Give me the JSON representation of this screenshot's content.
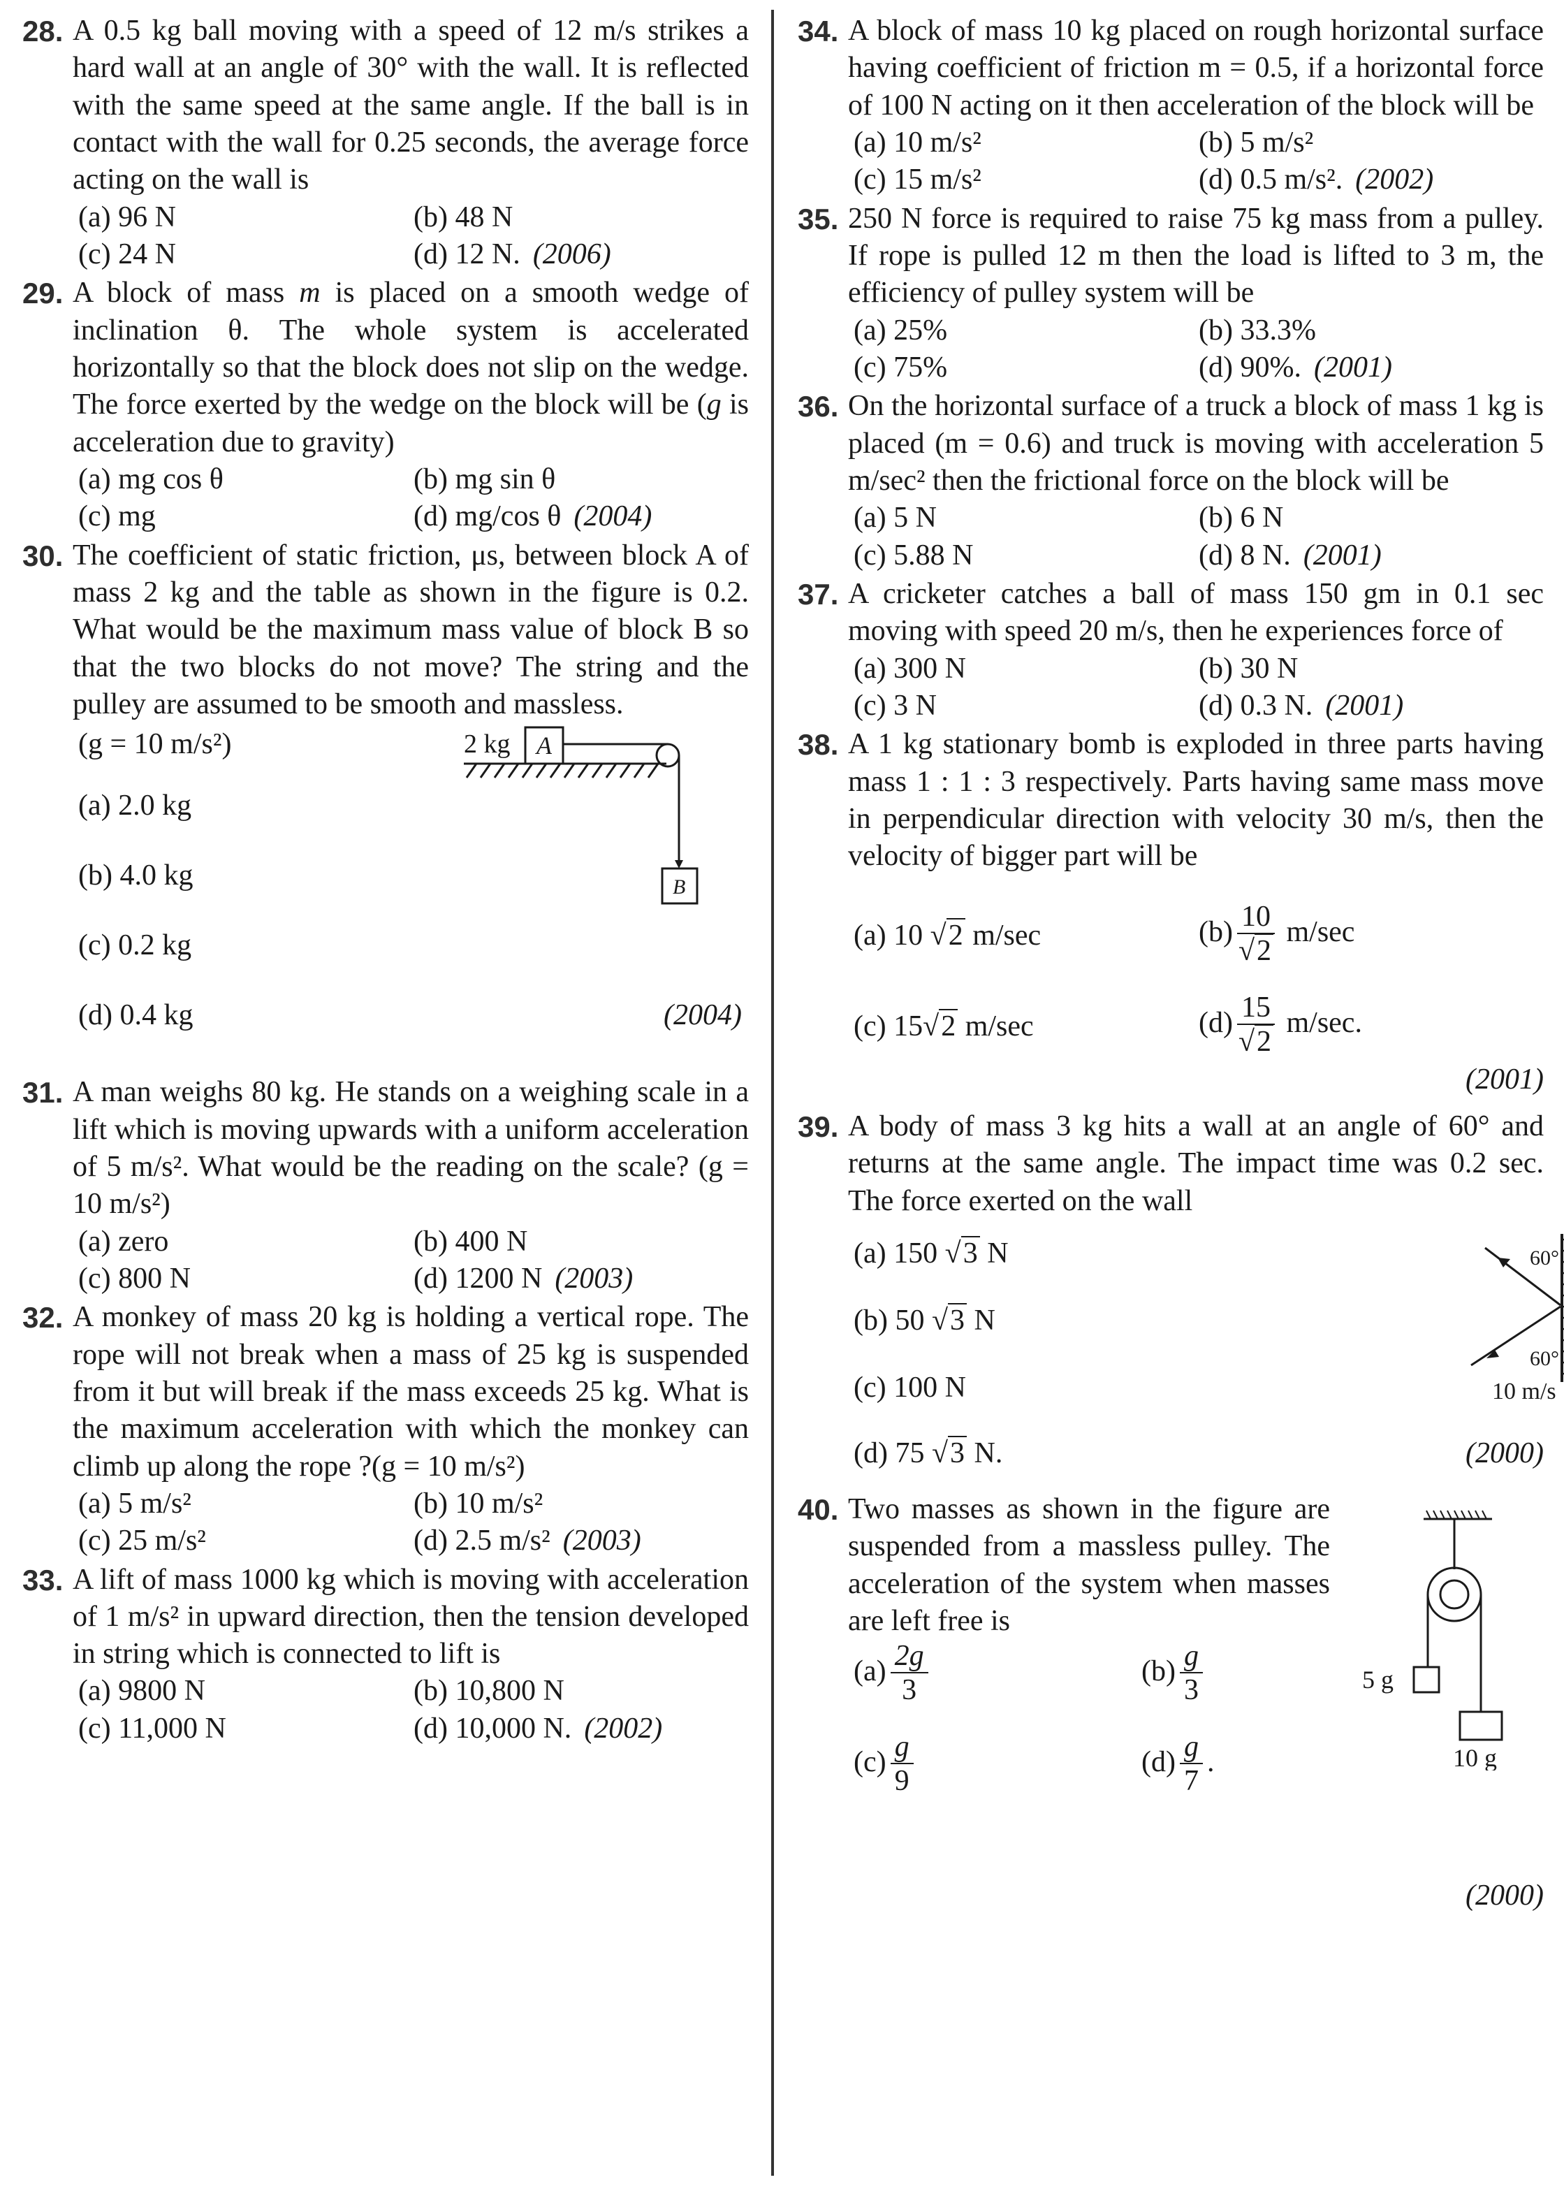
{
  "questions": {
    "q28": {
      "num": "28.",
      "stem": "A 0.5 kg ball moving with a speed of 12 m/s strikes a hard wall at an angle of 30° with the wall. It is reflected with the same speed at the same angle. If the ball is in contact with the wall for 0.25 seconds, the average force acting on the wall is",
      "a": "(a)  96 N",
      "b": "(b)  48 N",
      "c": "(c)  24 N",
      "d": "(d)  12 N.",
      "year": "(2006)"
    },
    "q29": {
      "num": "29.",
      "stem1": "A block of mass ",
      "m": "m",
      "stem2": " is placed on a smooth wedge of inclination θ. The whole system is accelerated horizontally so that the block does not slip on the wedge. The force exerted by the wedge on the block will be (",
      "g": "g",
      "stem3": " is acceleration due to gravity)",
      "a": "(a)  mg cos θ",
      "b": "(b)  mg sin θ",
      "c": "(c)  mg",
      "d": "(d)  mg/cos θ",
      "year": "(2004)"
    },
    "q30": {
      "num": "30.",
      "stem": "The coefficient of static friction, μs, between block A of mass 2 kg and the table as shown in the figure is 0.2. What would be the maximum mass value of block B so that the two blocks do not move? The string and the pulley are assumed to be smooth and massless.",
      "gnote": "(g = 10 m/s²)",
      "a": "(a)  2.0 kg",
      "b": "(b)  4.0 kg",
      "c": "(c)  0.2 kg",
      "d": "(d)  0.4 kg",
      "year": "(2004)",
      "fig_mass_label": "2 kg",
      "fig_a": "A",
      "fig_b": "B"
    },
    "q31": {
      "num": "31.",
      "stem": "A man weighs 80 kg. He stands on a weighing scale in a lift which is moving upwards with a uniform acceleration of 5 m/s². What would be the reading on the scale? (g = 10 m/s²)",
      "a": "(a)  zero",
      "b": "(b)  400 N",
      "c": "(c)  800 N",
      "d": "(d)  1200 N",
      "year": "(2003)"
    },
    "q32": {
      "num": "32.",
      "stem": "A monkey of mass 20 kg is holding a vertical rope. The rope will not break when a mass of 25 kg is suspended from it but will break if the mass exceeds 25 kg. What is the maximum acceleration with which the monkey can climb up along the rope ?(g = 10 m/s²)",
      "a": "(a)  5 m/s²",
      "b": "(b)  10 m/s²",
      "c": "(c)  25 m/s²",
      "d": "(d)  2.5 m/s²",
      "year": "(2003)"
    },
    "q33": {
      "num": "33.",
      "stem": "A lift of mass 1000 kg which is moving with acceleration of 1 m/s² in upward direction, then the tension developed in string which is connected to lift is",
      "a": "(a)  9800 N",
      "b": "(b)  10,800 N",
      "c": "(c)  11,000 N",
      "d": "(d)  10,000 N.",
      "year": "(2002)"
    },
    "q34": {
      "num": "34.",
      "stem": "A block of mass 10 kg placed on rough horizontal surface having coefficient of friction m = 0.5, if a horizontal force of 100 N acting on it then acceleration of the block will be",
      "a": "(a)  10 m/s²",
      "b": "(b) 5 m/s²",
      "c": "(c)  15 m/s²",
      "d": "(d) 0.5 m/s².",
      "year": "(2002)"
    },
    "q35": {
      "num": "35.",
      "stem": "250 N force is required to raise 75 kg mass from a pulley. If rope is pulled 12 m then the load is lifted to 3 m, the efficiency of pulley system will be",
      "a": "(a)  25%",
      "b": "(b) 33.3%",
      "c": "(c)  75%",
      "d": "(d) 90%.",
      "year": "(2001)"
    },
    "q36": {
      "num": "36.",
      "stem": "On the horizontal surface of a truck a block of mass 1 kg is placed (m = 0.6) and truck is moving with acceleration 5 m/sec² then the frictional force on the block will be",
      "a": "(a)  5 N",
      "b": "(b) 6 N",
      "c": "(c)  5.88 N",
      "d": "(d) 8  N.",
      "year": "(2001)"
    },
    "q37": {
      "num": "37.",
      "stem": "A cricketer catches a ball of mass 150 gm in 0.1 sec moving with speed 20 m/s, then he experiences force of",
      "a": "(a)  300 N",
      "b": "(b) 30 N",
      "c": "(c)  3 N",
      "d": "(d) 0.3  N.",
      "year": "(2001)"
    },
    "q38": {
      "num": "38.",
      "stem": "A 1 kg stationary bomb is exploded in three parts having mass 1 : 1 : 3 respectively. Parts having same mass move in perpendicular direction with velocity 30 m/s, then the velocity of bigger part will be",
      "a_pre": "(a)  10",
      "a_rad": "2",
      "a_unit": " m/sec",
      "b_pre": "(b)",
      "b_num": "10",
      "b_rad": "2",
      "b_unit": " m/sec",
      "c_pre": "(c)  15",
      "c_rad": "2",
      "c_unit": " m/sec",
      "d_pre": "(d)",
      "d_num": "15",
      "d_rad": "2",
      "d_unit": " m/sec.",
      "year": "(2001)"
    },
    "q39": {
      "num": "39.",
      "stem": "A body of mass 3 kg hits a wall at an angle of 60° and returns at the same angle. The impact time was 0.2 sec. The force exerted on the wall",
      "a_pre": "(a)  150",
      "a_rad": "3",
      "a_unit": " N",
      "b_pre": "(b)  50",
      "b_rad": "3",
      "b_unit": " N",
      "c": "(c)  100 N",
      "d_pre": "(d)  75",
      "d_rad": "3",
      "d_unit": " N.",
      "year": "(2000)",
      "fig_angle1": "60°",
      "fig_angle2": "60°",
      "fig_speed": "10 m/s"
    },
    "q40": {
      "num": "40.",
      "stem": "Two masses as shown in the figure are suspended from a massless pulley. The acceleration of the system when masses are left free is",
      "a_pre": "(a)",
      "a_num": "2g",
      "a_den": "3",
      "b_pre": "(b)",
      "b_num": "g",
      "b_den": "3",
      "c_pre": "(c)",
      "c_num": "g",
      "c_den": "9",
      "d_pre": "(d)",
      "d_num": "g",
      "d_den": "7",
      "d_post": ".",
      "year": "(2000)",
      "fig_m1": "5 g",
      "fig_m2": "10 g"
    }
  }
}
